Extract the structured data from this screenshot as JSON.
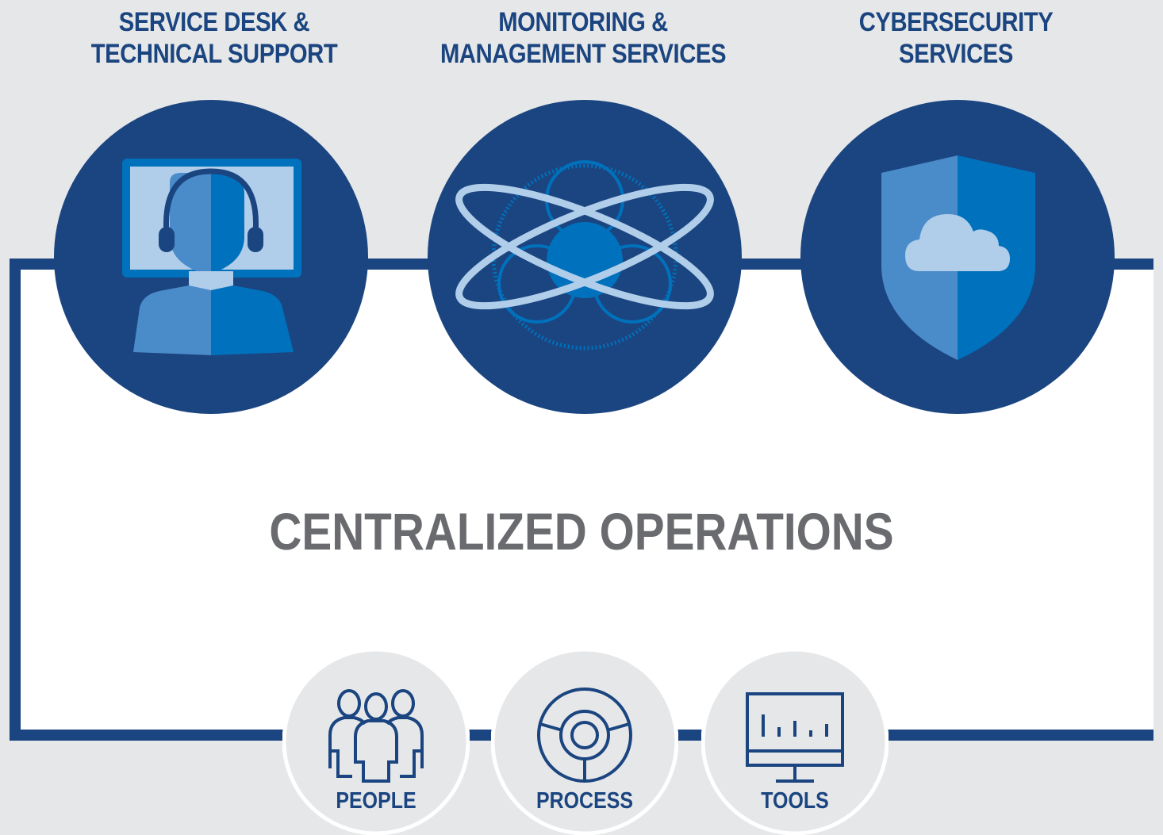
{
  "headings": [
    {
      "line1": "SERVICE DESK &",
      "line2": "TECHNICAL SUPPORT"
    },
    {
      "line1": "MONITORING &",
      "line2": "MANAGEMENT SERVICES"
    },
    {
      "line1": "CYBERSECURITY",
      "line2": "SERVICES"
    }
  ],
  "center_title": "CENTRALIZED OPERATIONS",
  "pillars": [
    {
      "label": "PEOPLE",
      "icon": "people-icon"
    },
    {
      "label": "PROCESS",
      "icon": "process-icon"
    },
    {
      "label": "TOOLS",
      "icon": "tools-icon"
    }
  ],
  "services": [
    {
      "icon": "support-agent-icon"
    },
    {
      "icon": "monitoring-orbit-icon"
    },
    {
      "icon": "shield-cloud-icon"
    }
  ],
  "colors": {
    "navy": "#1b4580",
    "mid_blue": "#0071bc",
    "light_blue": "#4a8bc9",
    "pale_blue": "#b0cdea",
    "background": "#e6e7e8",
    "title_gray": "#6a6b6e"
  }
}
